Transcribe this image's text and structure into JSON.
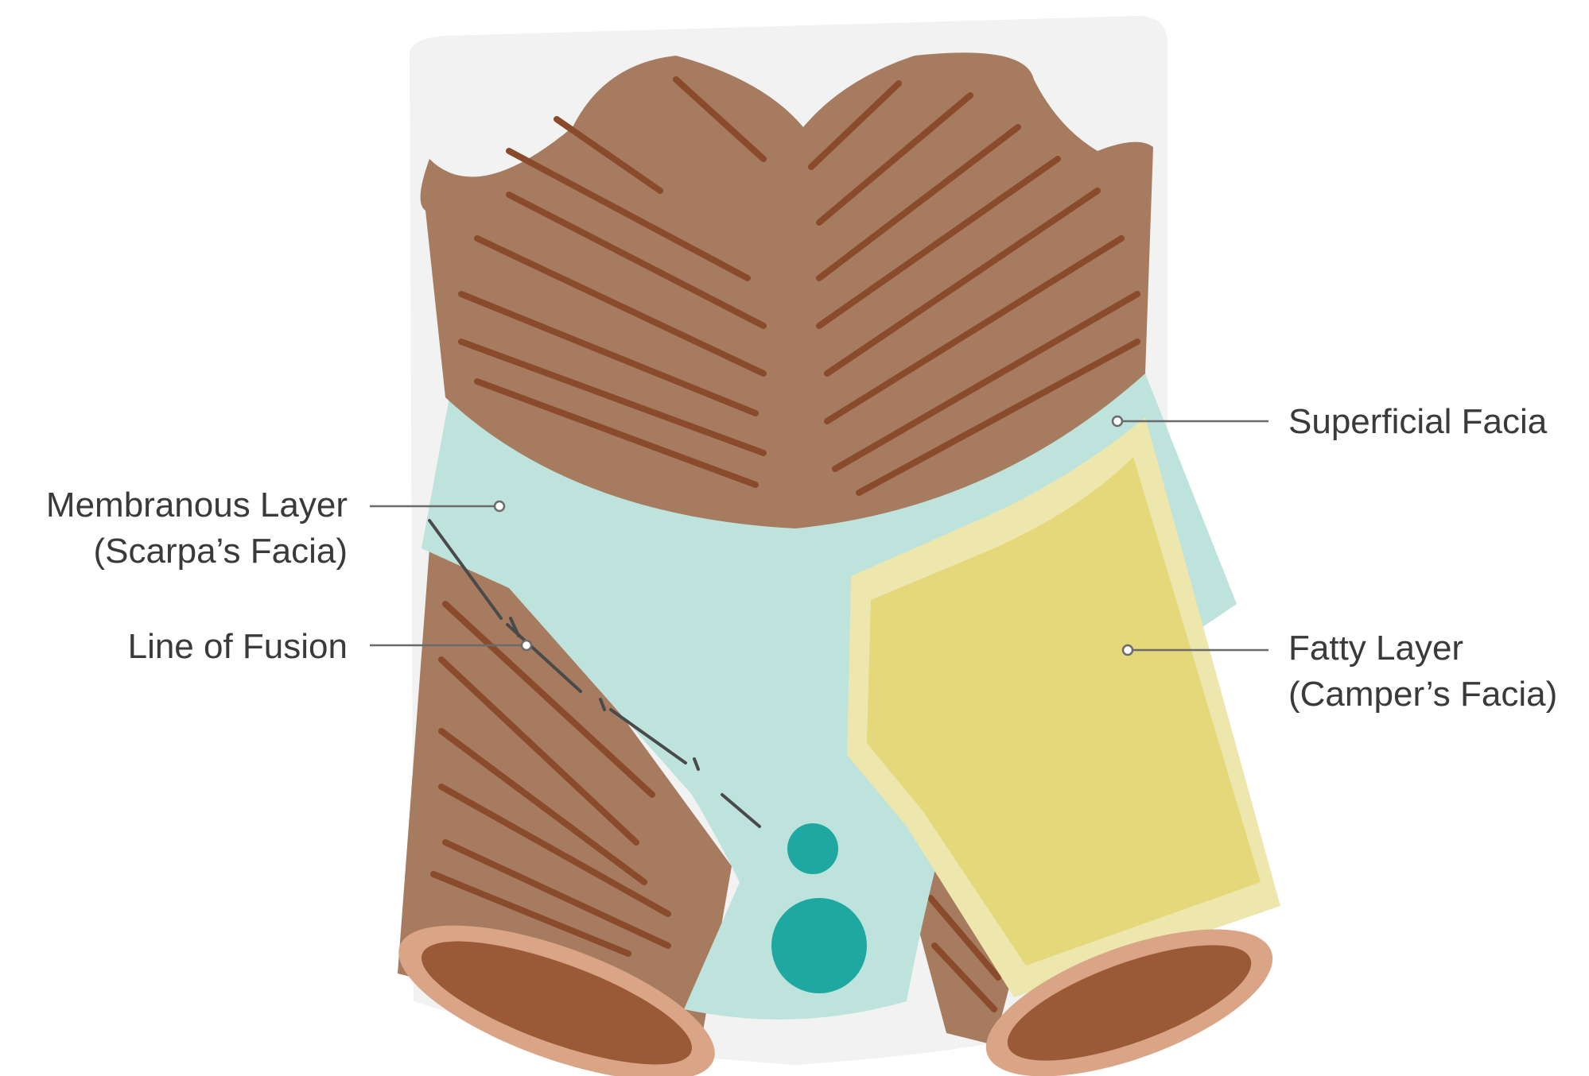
{
  "labels": {
    "superficial_fascia": "Superficial Facia",
    "membranous_layer": [
      "Membranous Layer",
      "(Scarpa’s Facia)"
    ],
    "line_of_fusion": "Line of Fusion",
    "fatty_layer": [
      "Fatty Layer",
      "(Camper’s Facia)"
    ]
  },
  "colors": {
    "skin": "#f2f2f2",
    "muscle": "#a77b5f",
    "muscle_stripe": "#8a4a2c",
    "membranous": "#bde3dc",
    "fatty": "#e4d87b",
    "fatty_border": "#ede6ad",
    "vessel": "#1ea8a1",
    "thigh_rim": "#d9a586",
    "thigh_inner": "#9b5a37"
  }
}
